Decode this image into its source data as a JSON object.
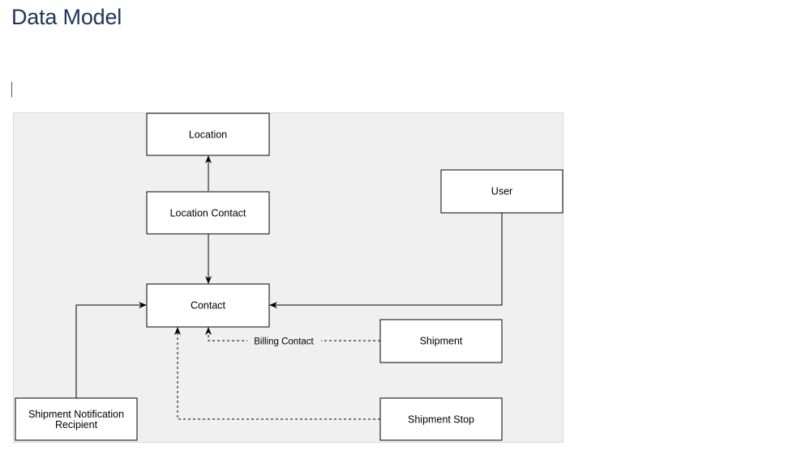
{
  "page": {
    "title": "Data Model"
  },
  "diagram": {
    "nodes": {
      "location": "Location",
      "location_contact": "Location Contact",
      "contact": "Contact",
      "user": "User",
      "shipment": "Shipment",
      "shipment_stop": "Shipment Stop",
      "shipment_notification_recipient_line1": "Shipment Notification",
      "shipment_notification_recipient_line2": "Recipient"
    },
    "edges": {
      "billing_contact": "Billing Contact"
    },
    "colors": {
      "canvas_background": "#f0f0f0",
      "node_fill": "#ffffff",
      "stroke": "#000000",
      "title": "#1f3557"
    }
  }
}
